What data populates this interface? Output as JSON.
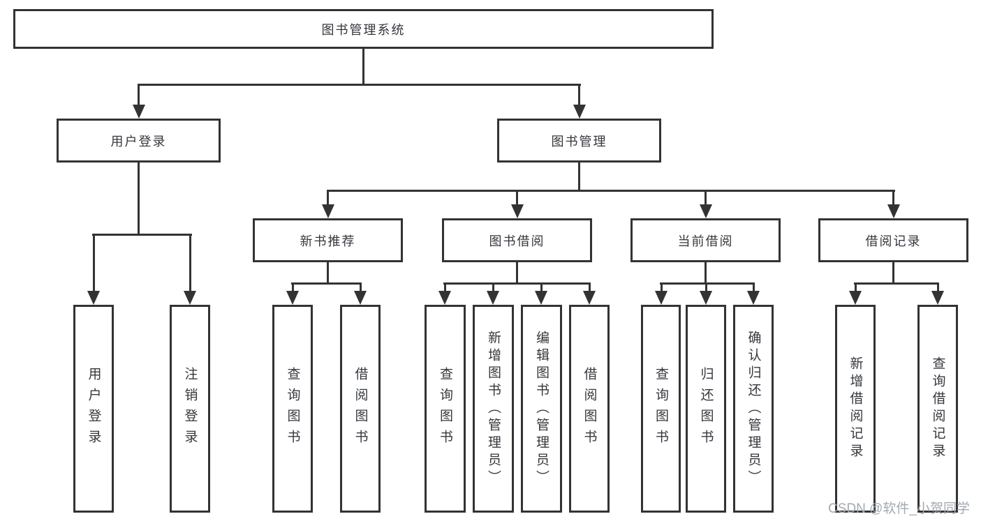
{
  "diagram_type": "functional-decomposition-tree",
  "tree": {
    "label": "图书管理系统",
    "children": [
      {
        "label": "用户登录",
        "children": [
          {
            "label": "用户登录"
          },
          {
            "label": "注销登录"
          }
        ]
      },
      {
        "label": "图书管理",
        "children": [
          {
            "label": "新书推荐",
            "children": [
              {
                "label": "查询图书"
              },
              {
                "label": "借阅图书"
              }
            ]
          },
          {
            "label": "图书借阅",
            "children": [
              {
                "label": "查询图书"
              },
              {
                "label": "新增图书（管理员）"
              },
              {
                "label": "编辑图书（管理员）"
              },
              {
                "label": "借阅图书"
              }
            ]
          },
          {
            "label": "当前借阅",
            "children": [
              {
                "label": "查询图书"
              },
              {
                "label": "归还图书"
              },
              {
                "label": "确认归还（管理员）"
              }
            ]
          },
          {
            "label": "借阅记录",
            "children": [
              {
                "label": "新增借阅记录"
              },
              {
                "label": "查询借阅记录"
              }
            ]
          }
        ]
      }
    ]
  },
  "watermark": {
    "text": "CSDN @软件_小贺同学"
  },
  "colors": {
    "line": "#333333",
    "box_border": "#333333",
    "text": "#34373c",
    "watermark": "#a3a9b0",
    "background": "#ffffff"
  }
}
